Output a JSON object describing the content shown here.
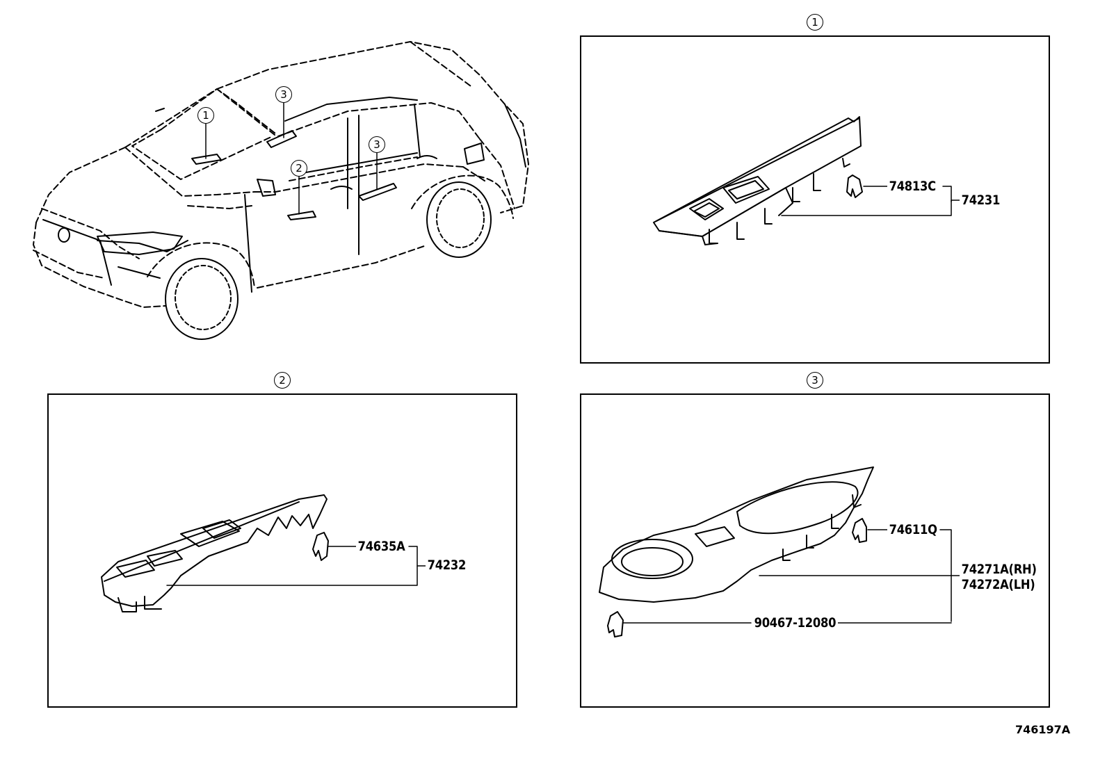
{
  "callouts": {
    "one": "1",
    "two": "2",
    "three": "3"
  },
  "panel1": {
    "label": "1",
    "parts": [
      "74813C",
      "74231"
    ]
  },
  "panel2": {
    "label": "2",
    "parts": [
      "74635A",
      "74232"
    ]
  },
  "panel3": {
    "label": "3",
    "parts": [
      "74611Q",
      "74271A(RH)",
      "74272A(LH)",
      "90467-12080"
    ]
  },
  "reference_code": "746197A"
}
